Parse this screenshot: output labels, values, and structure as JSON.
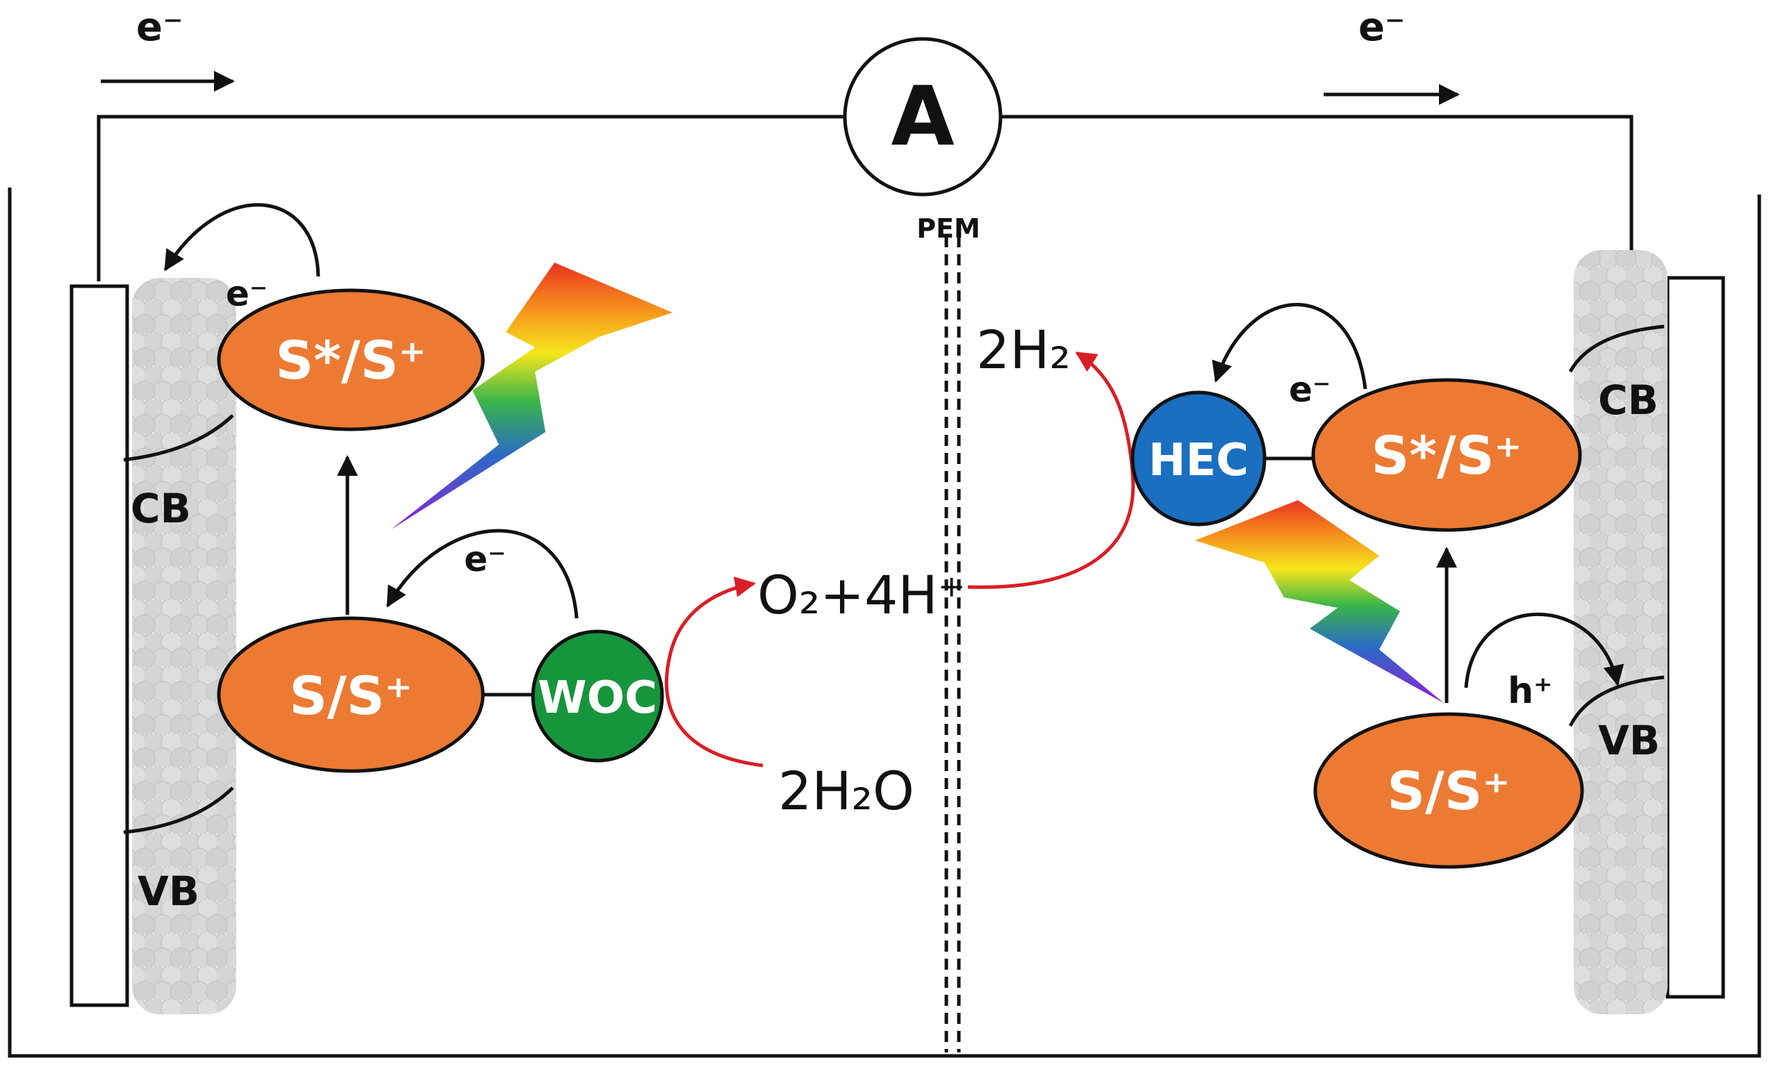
{
  "labels": {
    "electron": "e⁻",
    "ammeter": "A",
    "pem": "PEM",
    "cb": "CB",
    "vb": "VB",
    "hole": "h⁺",
    "woc": "WOC",
    "hec": "HEC",
    "excited_dye": "S*/S⁺",
    "ground_dye": "S/S⁺",
    "hydrogen": "2H₂",
    "oxygen_protons": "O₂+4H⁺",
    "water": "2H₂O"
  },
  "colors": {
    "dye": "#ec7a33",
    "woc": "#17953c",
    "hec": "#1a6fc0",
    "reaction_arrow": "#d81f26",
    "semiconductor_particles": "#d6d6d6"
  },
  "icons": [
    "lightning-bolt-icon"
  ]
}
